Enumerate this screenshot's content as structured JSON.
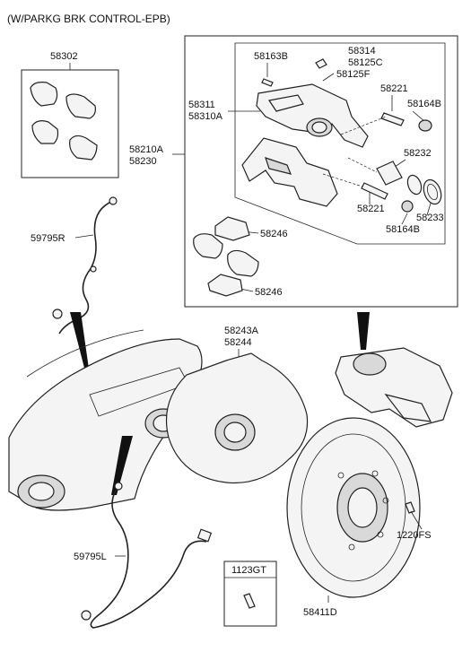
{
  "header": {
    "title": "(W/PARKG BRK CONTROL-EPB)"
  },
  "parts": {
    "p58302": "58302",
    "p58311": "58311",
    "p58310A": "58310A",
    "p58210A": "58210A",
    "p58230": "58230",
    "p58163B": "58163B",
    "p58314": "58314",
    "p58125C": "58125C",
    "p58125F": "58125F",
    "p58221_top": "58221",
    "p58164B_top": "58164B",
    "p58232": "58232",
    "p58221_bot": "58221",
    "p58233": "58233",
    "p58164B_bot": "58164B",
    "p59795R": "59795R",
    "p58246_top": "58246",
    "p58246_bot": "58246",
    "p58243A": "58243A",
    "p58244": "58244",
    "p59795L": "59795L",
    "p1220FS": "1220FS",
    "p1123GT": "1123GT",
    "p58411D": "58411D"
  }
}
